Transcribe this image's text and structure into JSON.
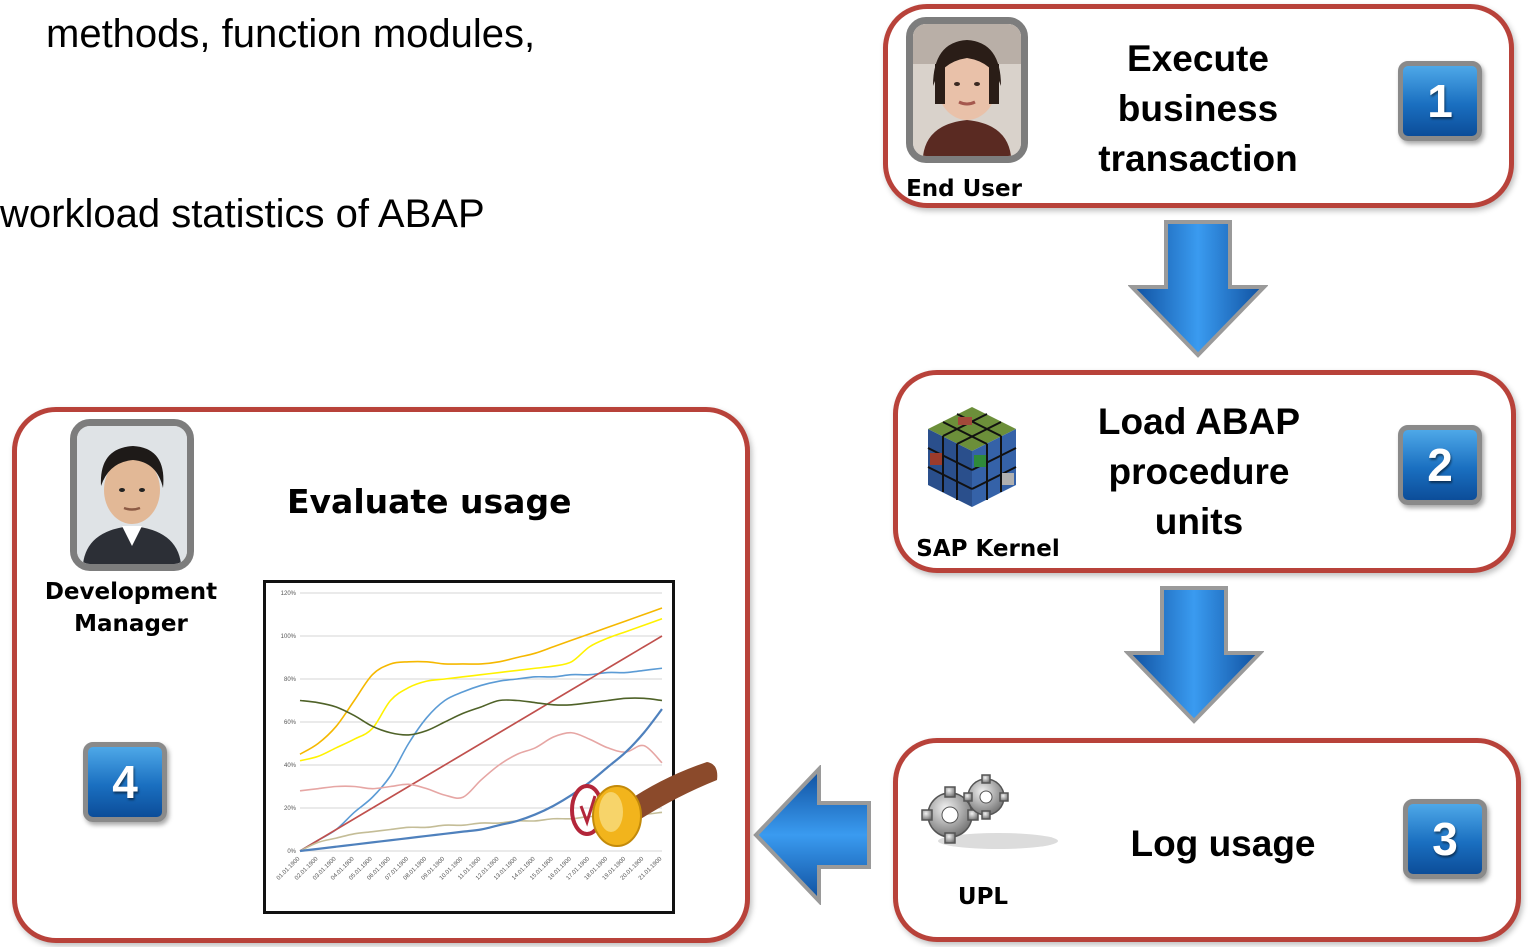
{
  "intro": {
    "line1": "methods, function modules,",
    "line2": "workload statistics of ABAP"
  },
  "steps": [
    {
      "number": "1",
      "lines": [
        "Execute",
        "business",
        "transaction"
      ],
      "role": "End User"
    },
    {
      "number": "2",
      "lines": [
        "Load ABAP",
        "procedure",
        "units"
      ],
      "role": "SAP Kernel"
    },
    {
      "number": "3",
      "lines": [
        "Log usage"
      ],
      "role": "UPL"
    },
    {
      "number": "4",
      "title": "Evaluate usage",
      "role_lines": [
        "Development",
        "Manager"
      ]
    }
  ],
  "colors": {
    "box_border": "#b8423a",
    "badge_blue": "#1a6fc0",
    "arrow_blue": "#1f78d1"
  },
  "icons": {
    "step1": "woman-avatar-icon",
    "step2": "colored-cube-icon",
    "step3": "gears-icon",
    "step4": "man-avatar-icon",
    "stamp": "approval-stamp-icon"
  },
  "chart_data": {
    "type": "line",
    "x": [
      "01.01.1900",
      "02.01.1900",
      "03.01.1900",
      "04.01.1900",
      "05.01.1900",
      "06.01.1900",
      "07.01.1900",
      "08.01.1900",
      "09.01.1900",
      "10.01.1900",
      "11.01.1900",
      "12.01.1900",
      "13.01.1900",
      "14.01.1900",
      "15.01.1900",
      "16.01.1900",
      "17.01.1900",
      "18.01.1900",
      "19.01.1900",
      "20.01.1900",
      "21.01.1900"
    ],
    "yticks": [
      "0%",
      "20%",
      "40%",
      "60%",
      "80%",
      "100%",
      "120%"
    ],
    "ylim": [
      0,
      1.2
    ],
    "grid": true,
    "series": [
      {
        "color": "#f5b800",
        "values": [
          0.45,
          0.5,
          0.58,
          0.7,
          0.82,
          0.87,
          0.88,
          0.88,
          0.87,
          0.87,
          0.87,
          0.88,
          0.9,
          0.92,
          0.95,
          0.98,
          1.01,
          1.04,
          1.07,
          1.1,
          1.13
        ]
      },
      {
        "color": "#fff200",
        "values": [
          0.42,
          0.44,
          0.48,
          0.52,
          0.57,
          0.7,
          0.76,
          0.79,
          0.8,
          0.81,
          0.82,
          0.83,
          0.84,
          0.85,
          0.86,
          0.88,
          0.95,
          0.99,
          1.02,
          1.05,
          1.08
        ]
      },
      {
        "color": "#5b9bd5",
        "values": [
          0.0,
          0.05,
          0.1,
          0.18,
          0.25,
          0.35,
          0.5,
          0.62,
          0.7,
          0.74,
          0.77,
          0.79,
          0.8,
          0.81,
          0.81,
          0.82,
          0.82,
          0.83,
          0.83,
          0.84,
          0.85
        ]
      },
      {
        "color": "#c0504d",
        "values": [
          0.0,
          0.05,
          0.1,
          0.15,
          0.2,
          0.25,
          0.3,
          0.35,
          0.4,
          0.45,
          0.5,
          0.55,
          0.6,
          0.65,
          0.7,
          0.75,
          0.8,
          0.85,
          0.9,
          0.95,
          1.0
        ]
      },
      {
        "color": "#4f6228",
        "values": [
          0.7,
          0.69,
          0.67,
          0.63,
          0.58,
          0.55,
          0.54,
          0.56,
          0.6,
          0.64,
          0.67,
          0.7,
          0.7,
          0.69,
          0.68,
          0.68,
          0.69,
          0.7,
          0.71,
          0.71,
          0.7
        ]
      },
      {
        "color": "#e6a6a4",
        "values": [
          0.28,
          0.29,
          0.3,
          0.3,
          0.29,
          0.3,
          0.31,
          0.29,
          0.26,
          0.25,
          0.33,
          0.4,
          0.45,
          0.48,
          0.53,
          0.55,
          0.52,
          0.48,
          0.46,
          0.49,
          0.41
        ]
      },
      {
        "color": "#c4bd97",
        "values": [
          0.0,
          0.04,
          0.06,
          0.08,
          0.09,
          0.1,
          0.11,
          0.11,
          0.12,
          0.12,
          0.13,
          0.13,
          0.14,
          0.14,
          0.15,
          0.15,
          0.16,
          0.16,
          0.17,
          0.17,
          0.18
        ]
      },
      {
        "color": "#4f81bd",
        "values": [
          0.0,
          0.01,
          0.02,
          0.03,
          0.04,
          0.05,
          0.06,
          0.07,
          0.08,
          0.09,
          0.1,
          0.12,
          0.14,
          0.17,
          0.21,
          0.26,
          0.32,
          0.39,
          0.46,
          0.55,
          0.66
        ]
      }
    ]
  }
}
